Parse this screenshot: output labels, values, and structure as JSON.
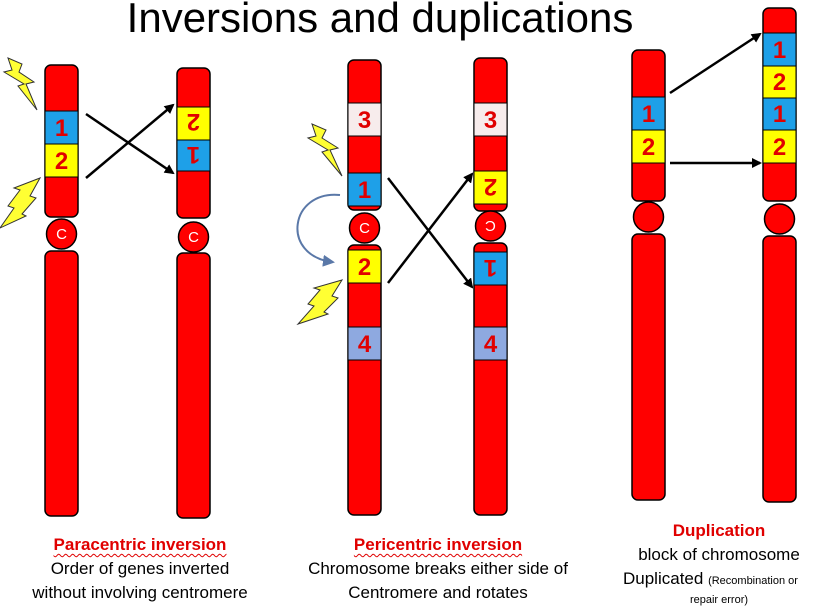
{
  "title": "Inversions and duplications",
  "colors": {
    "chromosome": "#ff0000",
    "outline": "#000000",
    "gene_blue": "#1ea0e8",
    "gene_yellow": "#ffff00",
    "gene_pale": "#f7ecec",
    "gene_periwinkle": "#8ea9e0",
    "label_red": "#e00000",
    "bolt": "#ffff33"
  },
  "centromere_label": "C",
  "genes": {
    "g1": "1",
    "g2": "2",
    "g3": "3",
    "g4": "4"
  },
  "panels": {
    "paracentric": {
      "heading": "Paracentric inversion",
      "line1": "Order of genes inverted",
      "line2": "without involving centromere"
    },
    "pericentric": {
      "heading": "Pericentric inversion",
      "line1": "Chromosome breaks either side of",
      "line2": "Centromere and rotates"
    },
    "duplication": {
      "heading": "Duplication",
      "line1": "block of chromosome",
      "line2": "Duplicated",
      "note_a": "(Recombination or",
      "note_b": "repair error)"
    }
  }
}
